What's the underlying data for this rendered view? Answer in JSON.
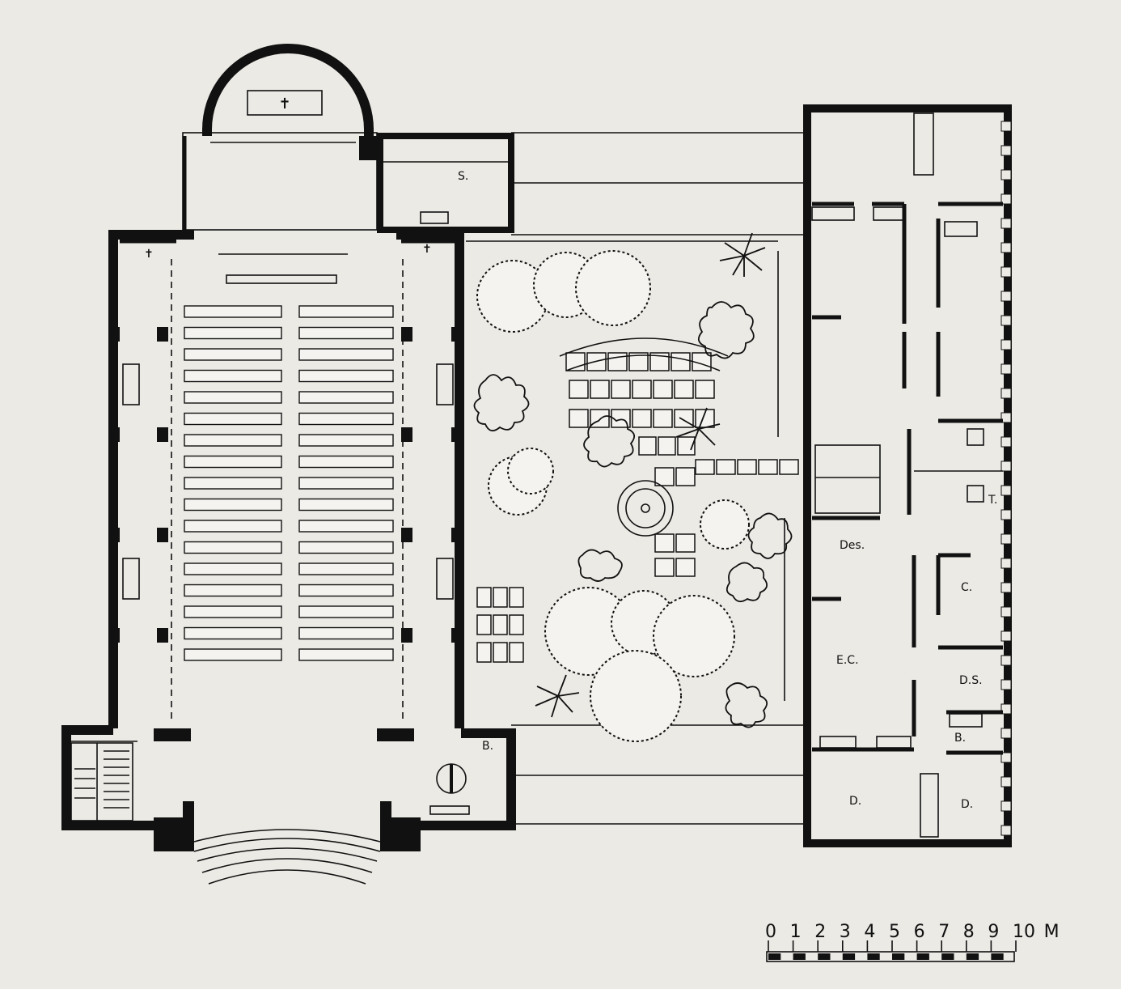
{
  "plan": {
    "rooms": [
      {
        "key": "sacristy",
        "label": "S."
      },
      {
        "key": "des",
        "label": "Des."
      },
      {
        "key": "c",
        "label": "C."
      },
      {
        "key": "t",
        "label": "T."
      },
      {
        "key": "ec",
        "label": "E.C."
      },
      {
        "key": "ds",
        "label": "D.S."
      },
      {
        "key": "b_right",
        "label": "B."
      },
      {
        "key": "b_left",
        "label": "B."
      },
      {
        "key": "d_left",
        "label": "D."
      },
      {
        "key": "d_right",
        "label": "D."
      }
    ],
    "altar_symbol": "✝",
    "scale_bar": {
      "ticks": [
        "0",
        "1",
        "2",
        "3",
        "4",
        "5",
        "6",
        "7",
        "8",
        "9",
        "10"
      ],
      "unit": "M"
    }
  }
}
